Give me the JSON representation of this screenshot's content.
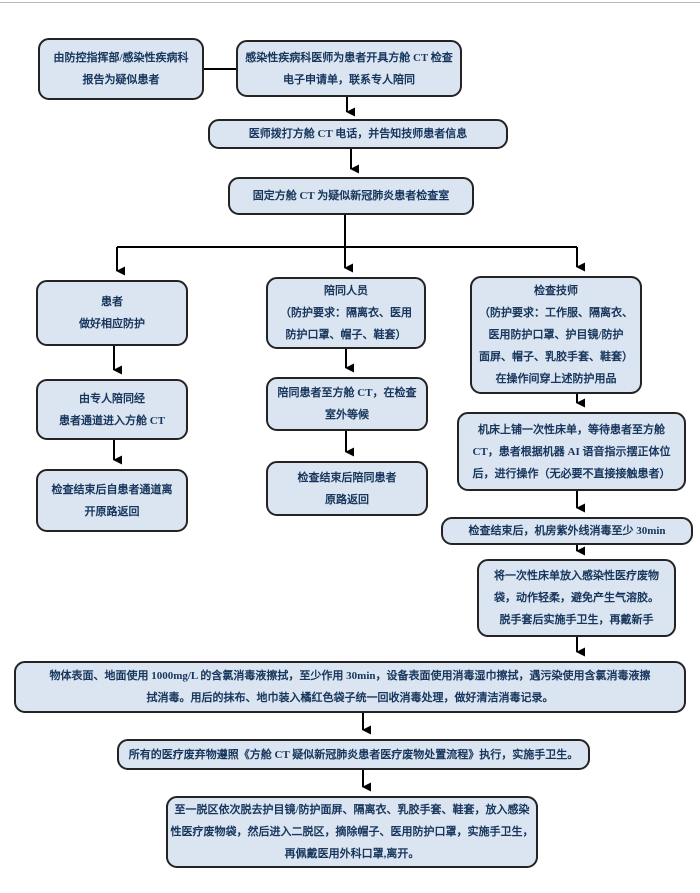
{
  "style": {
    "box_fill": "#dbe5f1",
    "box_border": "#232323",
    "text_color": "#17365d",
    "arrow_color": "#000000"
  },
  "boxes": {
    "report": {
      "lines": [
        "由防控指挥部/感染性疾病科",
        "报告为疑似患者"
      ]
    },
    "order": {
      "lines": [
        "感染性疾病科医师为患者开具方舱 CT 检查",
        "电子申请单，联系专人陪同"
      ]
    },
    "call": {
      "lines": [
        "医师拨打方舱 CT 电话，并告知技师患者信息"
      ]
    },
    "fix": {
      "lines": [
        "固定方舱 CT 为疑似新冠肺炎患者检查室"
      ]
    },
    "patient1": {
      "lines": [
        "患者",
        "做好相应防护"
      ]
    },
    "patient2": {
      "lines": [
        "由专人陪同经",
        "患者通道进入方舱 CT"
      ]
    },
    "patient3": {
      "lines": [
        "检查结束后自患者通道离",
        "开原路返回"
      ]
    },
    "escort1": {
      "lines": [
        "陪同人员",
        "（防护要求：隔离衣、医用",
        "防护口罩、帽子、鞋套）"
      ]
    },
    "escort2": {
      "lines": [
        "陪同患者至方舱 CT，在检查",
        "室外等候"
      ]
    },
    "escort3": {
      "lines": [
        "检查结束后陪同患者",
        "原路返回"
      ]
    },
    "tech1": {
      "lines": [
        "检查技师",
        "（防护要求：工作服、隔离衣、",
        "医用防护口罩、护目镜/防护",
        "面屏、帽子、乳胶手套、鞋套）",
        "在操作间穿上述防护用品"
      ]
    },
    "tech2": {
      "lines": [
        "机床上铺一次性床单，等待患者至方舱",
        "CT，患者根据机器 AI 语音指示摆正体位",
        "后，进行操作（无必要不直接接触患者）"
      ]
    },
    "tech3": {
      "lines": [
        "检查结束后，机房紫外线消毒至少 30min"
      ]
    },
    "tech4": {
      "lines": [
        "将一次性床单放入感染性医疗废物",
        "袋，动作轻柔，避免产生气溶胶。",
        "脱手套后实施手卫生，再戴新手"
      ]
    },
    "clean": {
      "lines": [
        "物体表面、地面使用 1000mg/L 的含氯消毒液擦拭，至少作用 30min，设备表面使用消毒湿巾擦拭，遇污染使用含氯消毒液擦",
        "拭消毒。用后的抹布、地巾装入橘红色袋子统一回收消毒处理，做好清洁消毒记录。"
      ]
    },
    "waste": {
      "lines": [
        "所有的医疗废弃物遵照《方舱 CT 疑似新冠肺炎患者医疗废物处置流程》执行，实施手卫生。"
      ]
    },
    "doff": {
      "lines": [
        "至一脱区依次脱去护目镜/防护面屏、隔离衣、乳胶手套、鞋套，放入感染",
        "性医疗废物袋，然后进入二脱区，摘除帽子、医用防护口罩，实施手卫生，",
        "再佩戴医用外科口罩,离开。"
      ]
    }
  }
}
